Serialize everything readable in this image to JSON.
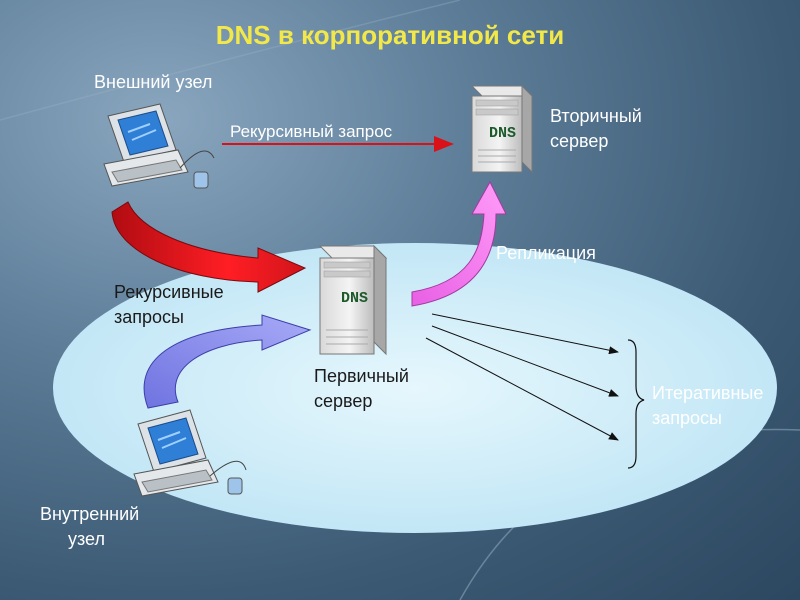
{
  "title": "DNS в корпоративной сети",
  "labels": {
    "external_node": "Внешний узел",
    "recursive_request": "Рекурсивный запрос",
    "secondary_server": [
      "Вторичный",
      "сервер"
    ],
    "replication": "Репликация",
    "recursive_requests": [
      "Рекурсивные",
      "запросы"
    ],
    "primary_server": [
      "Первичный",
      "сервер"
    ],
    "iterative_requests": [
      "Итеративные",
      "запросы"
    ],
    "internal_node": [
      "Внутренний",
      "узел"
    ]
  },
  "server_label": "DNS",
  "colors": {
    "title": "#f2e84a",
    "network_zone": "#d6f1fb",
    "recursive_arrow_external": "#e8141c",
    "recursive_arrow_internal": "#8c8ff2",
    "replication_arrow": "#f280f0",
    "request_line": "#d9121a"
  }
}
